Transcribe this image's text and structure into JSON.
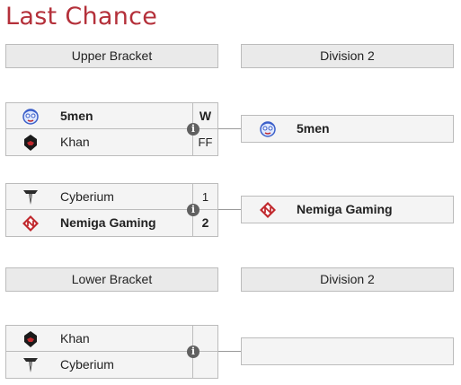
{
  "page": {
    "title": "Last Chance"
  },
  "headers": {
    "upper_bracket": "Upper Bracket",
    "upper_division": "Division 2",
    "lower_bracket": "Lower Bracket",
    "lower_division": "Division 2"
  },
  "matches": [
    {
      "team1": {
        "name": "5men",
        "score": "W",
        "winner": true,
        "logo": "5men-logo"
      },
      "team2": {
        "name": "Khan",
        "score": "FF",
        "winner": false,
        "logo": "khan-logo"
      }
    },
    {
      "team1": {
        "name": "Cyberium",
        "score": "1",
        "winner": false,
        "logo": "cyberium-logo"
      },
      "team2": {
        "name": "Nemiga Gaming",
        "score": "2",
        "winner": true,
        "logo": "nemiga-logo"
      }
    },
    {
      "team1": {
        "name": "Khan",
        "score": "",
        "winner": false,
        "logo": "khan-logo"
      },
      "team2": {
        "name": "Cyberium",
        "score": "",
        "winner": false,
        "logo": "cyberium-logo"
      }
    }
  ],
  "results": [
    {
      "name": "5men",
      "logo": "5men-logo"
    },
    {
      "name": "Nemiga Gaming",
      "logo": "nemiga-logo"
    },
    {
      "name": "",
      "logo": ""
    }
  ],
  "info_icon": "i",
  "colors": {
    "title": "#b4303a",
    "header_bg": "#eaeaea",
    "cell_bg": "#f4f4f4",
    "border": "#bcbcbc",
    "nemiga_red": "#c0282d"
  }
}
